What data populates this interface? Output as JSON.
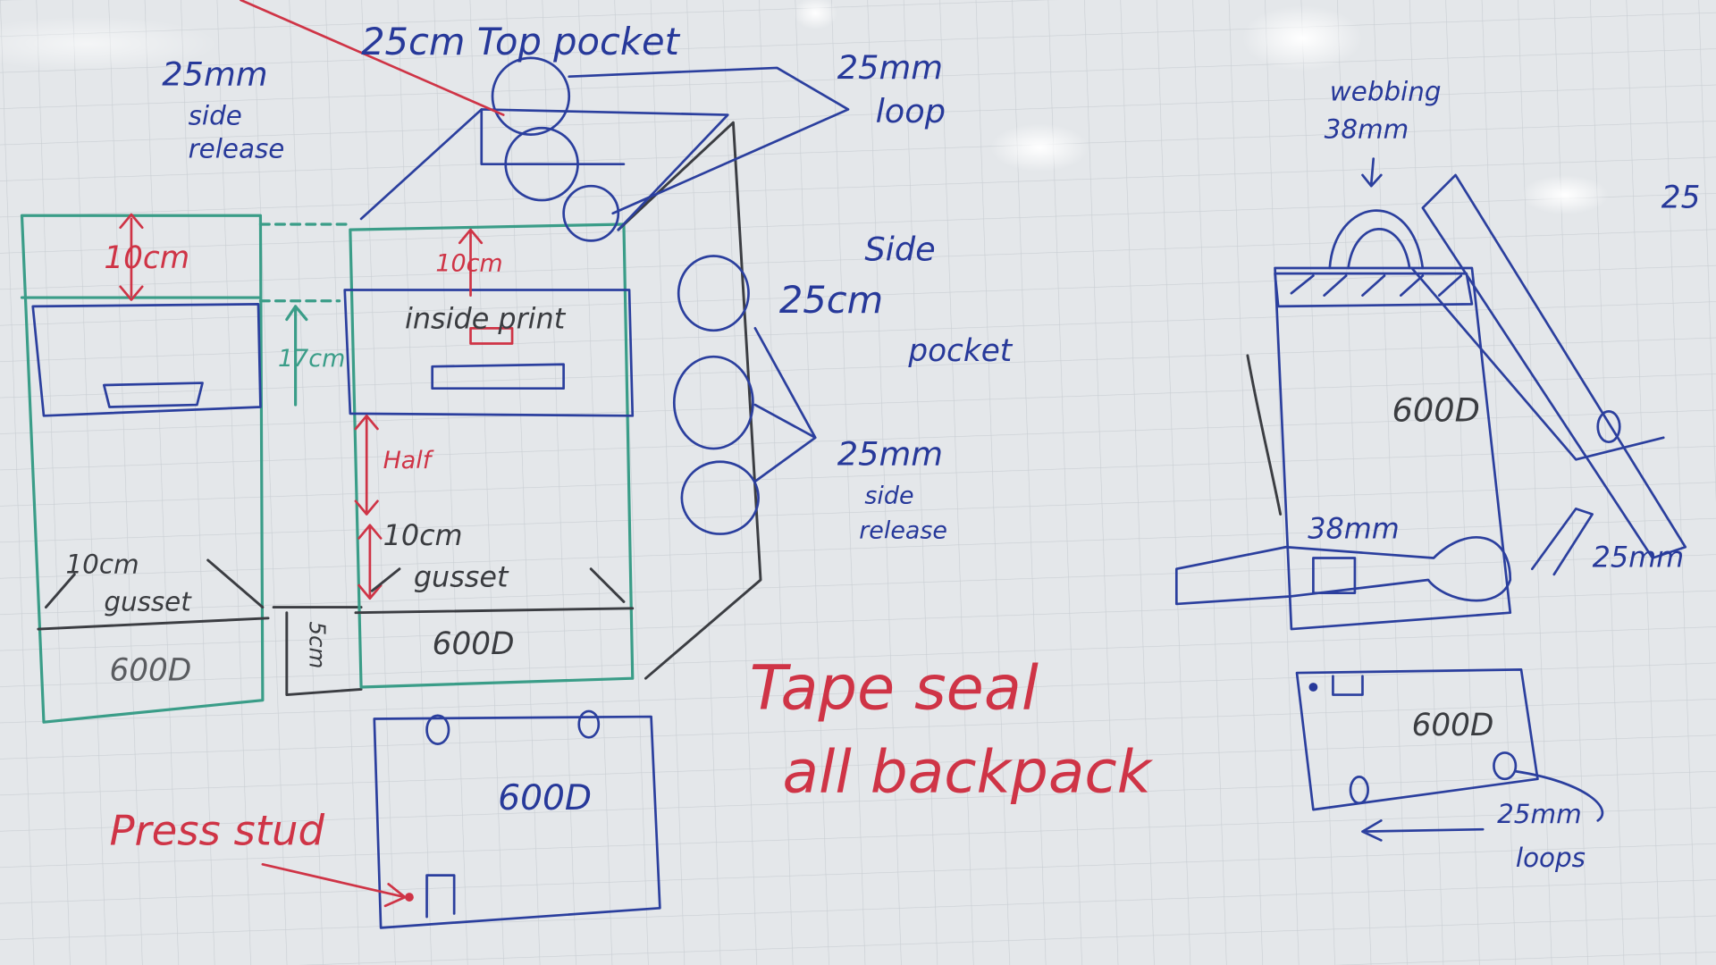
{
  "colors": {
    "board": "#e4e7ea",
    "blue_marker": "#27399a",
    "red_marker": "#cf3446",
    "green_marker": "#3a9d88",
    "black_marker": "#3a3c40"
  },
  "front_view": {
    "top_pocket": "25cm Top pocket",
    "side_release_top": [
      "25mm",
      "side",
      "release"
    ],
    "loop": [
      "25mm",
      "loop"
    ],
    "top_height_left": "10cm",
    "top_height_center": "10cm",
    "inside_print": "inside print",
    "flap_height": "17cm",
    "half": "Half",
    "gusset_center": [
      "10cm",
      "gusset"
    ],
    "gusset_left": [
      "10cm",
      "gusset"
    ],
    "base_material_center": "600D",
    "base_material_left": "600D",
    "base_height": "5cm",
    "side_pocket": [
      "Side",
      "25cm",
      "pocket"
    ],
    "side_release_right": [
      "25mm",
      "side",
      "release"
    ]
  },
  "back_panel": {
    "material": "600D",
    "press_stud": "Press stud"
  },
  "note": [
    "Tape seal",
    "all backpack"
  ],
  "side_view": {
    "webbing": [
      "webbing",
      "38mm"
    ],
    "material": "600D",
    "waist_strap": "38mm",
    "shoulder_strap": "25mm",
    "edge_text": "25"
  },
  "bottom_panel": {
    "material": "600D",
    "loops": [
      "25mm",
      "loops"
    ]
  }
}
